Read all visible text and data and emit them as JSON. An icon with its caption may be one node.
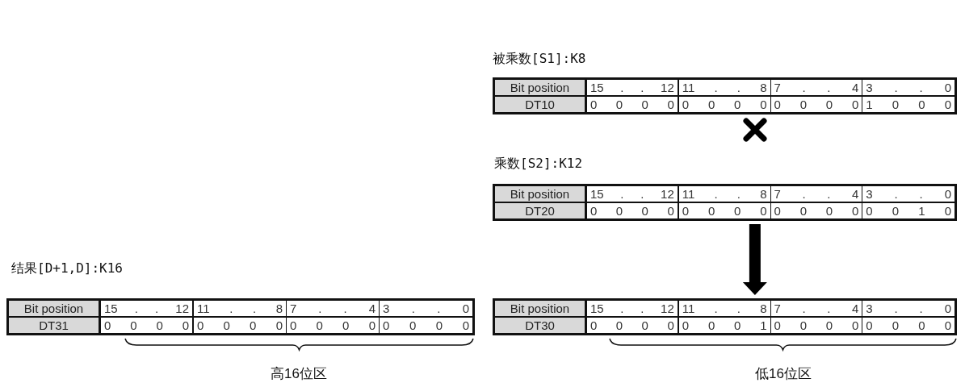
{
  "diagram": {
    "nodes": [
      {
        "text": [
          "被乘数[S1]:K8",
          "Bit position",
          "15 . . 12",
          "11 . . 8",
          "7 . . 4",
          "3 . . 0",
          "DT10",
          "0 0 0 0",
          "0 0 0 0",
          "0 0 0 0",
          "1 0 0 0"
        ]
      },
      {
        "text": [
          "乘数[S2]:K12",
          "Bit position",
          "15 . . 12",
          "11 . . 8",
          "7 . . 4",
          "3 . . 0",
          "DT20",
          "0 0 0 0",
          "0 0 0 0",
          "0 0 0 0",
          "0 0 1 0"
        ]
      },
      {
        "text": [
          "结果[D+1,D]:K16",
          "Bit position",
          "15 . . 12",
          "11 . . 8",
          "7 . . 4",
          "3 . . 0",
          "DT31",
          "0 0 0 0",
          "0 0 0 0",
          "0 0 0 0",
          "0 0 0 0"
        ]
      },
      {
        "text": [
          "Bit position",
          "15 . . 12",
          "11 . . 8",
          "7 . . 4",
          "3 . . 0",
          "DT30",
          "0 0 0 0",
          "0 0 0 1",
          "0 0 0 0",
          "0 0 0 0"
        ]
      }
    ],
    "edges": [
      {
        "from": 1,
        "to": 3,
        "arrow": "to"
      }
    ],
    "labels": [
      "高16位区",
      "低16位区"
    ]
  }
}
